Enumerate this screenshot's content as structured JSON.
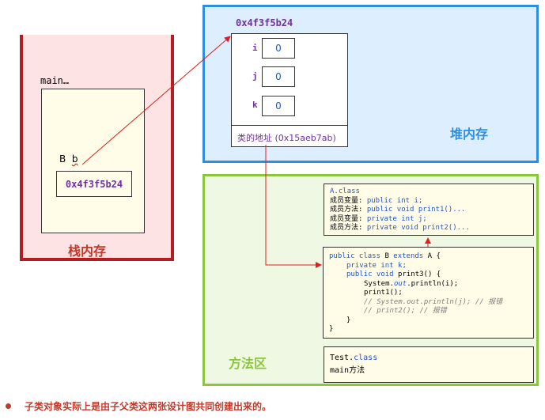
{
  "stack": {
    "label": "栈内存",
    "frame_label": "main…",
    "var_type": "B",
    "var_name": "b",
    "ref_value": "0x4f3f5b24"
  },
  "heap": {
    "label": "堆内存",
    "object_address": "0x4f3f5b24",
    "fields": [
      {
        "name": "i",
        "value": "0"
      },
      {
        "name": "j",
        "value": "0"
      },
      {
        "name": "k",
        "value": "0"
      }
    ],
    "class_address": "类的地址 (0x15aeb7ab)"
  },
  "method_area": {
    "label": "方法区",
    "class_a": {
      "title": "A.class",
      "lines": [
        {
          "prefix": "成员变量: ",
          "code": "public int i;"
        },
        {
          "prefix": "成员方法: ",
          "code": "public void print1()..."
        },
        {
          "prefix": "成员变量: ",
          "code": "private int j;"
        },
        {
          "prefix": "成员方法: ",
          "code": "private void print2()..."
        }
      ]
    },
    "class_b": {
      "line1_kw1": "public class",
      "line1_name": " B ",
      "line1_kw2": "extends",
      "line1_rest": " A {",
      "line2": "private int k;",
      "line3_kw": "public void",
      "line3_rest": " print3() {",
      "line4_a": "System.",
      "line4_b": "out",
      "line4_c": ".println(i);",
      "line5": "print1();",
      "line6": "// System.out.println(j); // 报错",
      "line7": "// print2(); // 报错",
      "line8": "}",
      "line9": "}"
    },
    "test_class": {
      "title_a": "Test.",
      "title_b": "class",
      "line": "main方法"
    }
  },
  "note": "子类对象实际上是由子父类这两张设计图共同创建出来的。",
  "colors": {
    "stack_border": "#b11f24",
    "heap_border": "#2e8fe0",
    "method_border": "#8cc63f",
    "arrow": "#e02020",
    "address": "#7030a0"
  }
}
